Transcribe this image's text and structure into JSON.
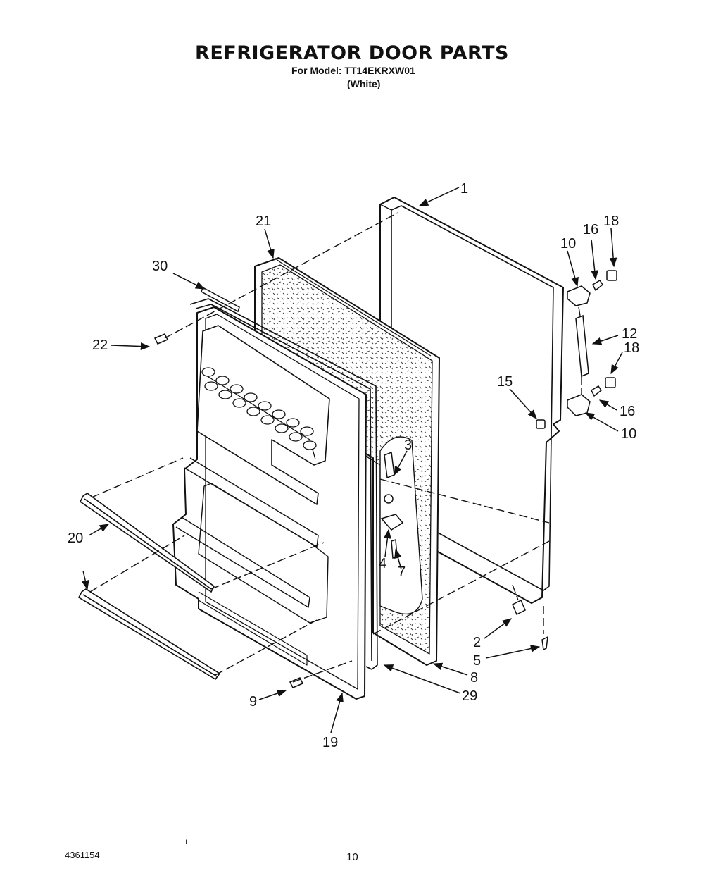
{
  "header": {
    "title": "REFRIGERATOR DOOR PARTS",
    "model_line": "For Model: TT14EKRXW01",
    "variant": "(White)"
  },
  "callouts": [
    {
      "id": "c1",
      "label": "1"
    },
    {
      "id": "c21",
      "label": "21"
    },
    {
      "id": "c30",
      "label": "30"
    },
    {
      "id": "c22",
      "label": "22"
    },
    {
      "id": "c10a",
      "label": "10"
    },
    {
      "id": "c16a",
      "label": "16"
    },
    {
      "id": "c18a",
      "label": "18"
    },
    {
      "id": "c12",
      "label": "12"
    },
    {
      "id": "c18b",
      "label": "18"
    },
    {
      "id": "c15",
      "label": "15"
    },
    {
      "id": "c16b",
      "label": "16"
    },
    {
      "id": "c10b",
      "label": "10"
    },
    {
      "id": "c3",
      "label": "3"
    },
    {
      "id": "c4",
      "label": "4"
    },
    {
      "id": "c7",
      "label": "7"
    },
    {
      "id": "c20",
      "label": "20"
    },
    {
      "id": "c2",
      "label": "2"
    },
    {
      "id": "c5",
      "label": "5"
    },
    {
      "id": "c8",
      "label": "8"
    },
    {
      "id": "c29",
      "label": "29"
    },
    {
      "id": "c9",
      "label": "9"
    },
    {
      "id": "c19",
      "label": "19"
    }
  ],
  "footer": {
    "doc_number": "4361154",
    "page_number": "10",
    "tick": "ı"
  }
}
